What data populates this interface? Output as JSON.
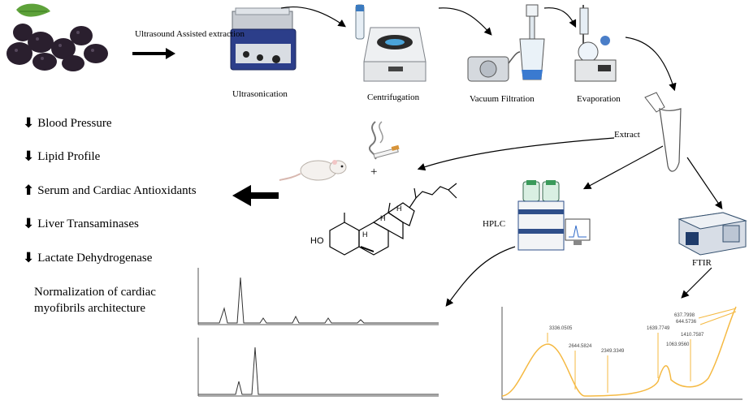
{
  "labels": {
    "ultrasound": "Ultrasound Assisted extraction",
    "ultrasonication": "Ultrasonication",
    "centrifugation": "Centrifugation",
    "vacuum": "Vacuum Filtration",
    "evaporation": "Evaporation",
    "extract": "Extract",
    "plus": "+",
    "hplc": "HPLC",
    "ftir": "FTIR",
    "ho": "HO",
    "h": "H"
  },
  "outcomes": [
    {
      "arrow": "down",
      "text": "Blood Pressure"
    },
    {
      "arrow": "down",
      "text": "Lipid Profile"
    },
    {
      "arrow": "up",
      "text": "Serum and Cardiac Antioxidants"
    },
    {
      "arrow": "down",
      "text": "Liver Transaminases"
    },
    {
      "arrow": "down",
      "text": "Lactate Dehydrogenase"
    }
  ],
  "note": "Normalization of cardiac myofibrils architecture",
  "ftir_peaks": [
    "3336.0505",
    "2644.5824",
    "2349.3349",
    "1639.7749",
    "1410.7587",
    "1063.9560",
    "637.7998",
    "644.5736"
  ],
  "colors": {
    "ftir_line": "#f5b942",
    "arrow": "#000000",
    "berry": "#2a1f2e",
    "leaf": "#4a8a2c"
  }
}
